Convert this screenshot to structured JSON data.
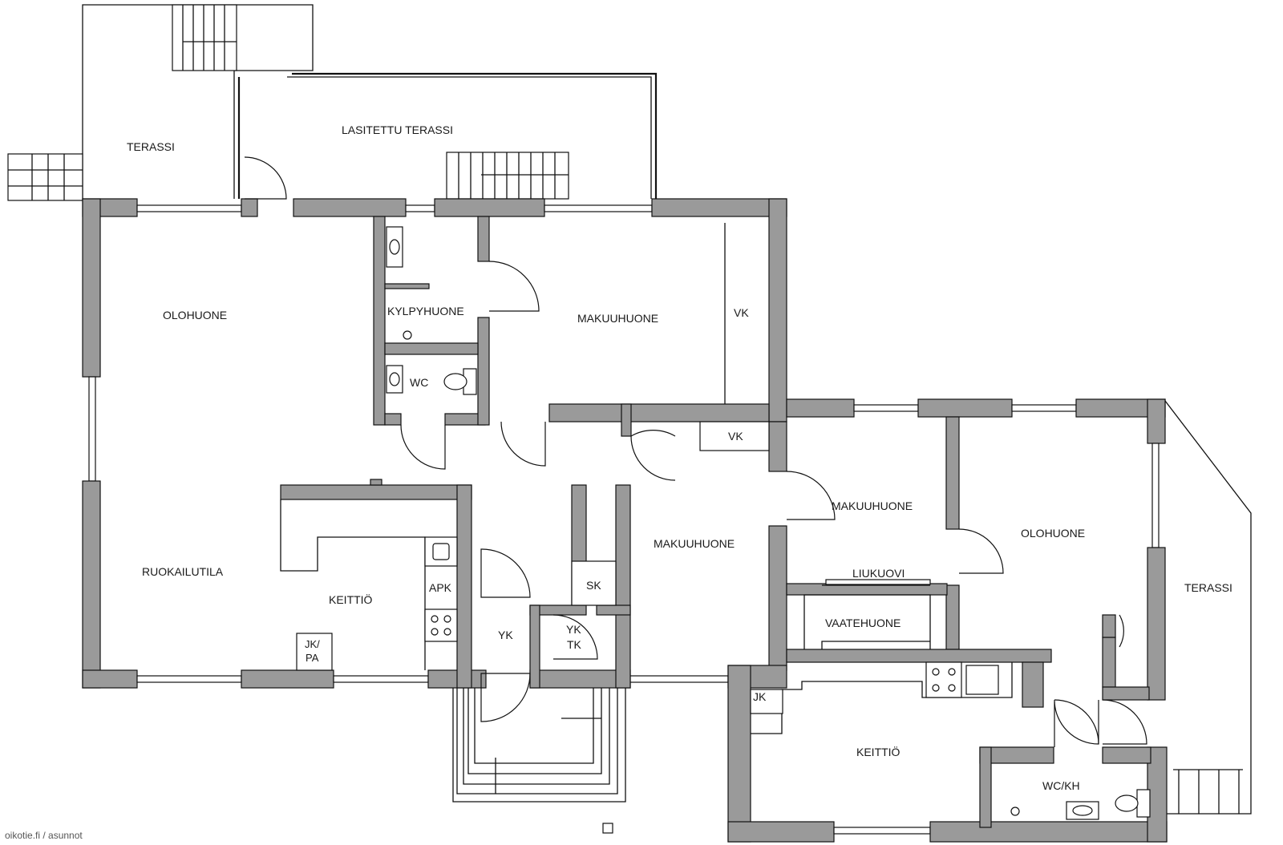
{
  "rooms": {
    "terassi_nw": "TERASSI",
    "lasitettu_terassi": "LASITETTU TERASSI",
    "olohuone_w": "OLOHUONE",
    "kylpyhuone": "KYLPYHUONE",
    "wc": "WC",
    "makuuhuone_n": "MAKUUHUONE",
    "vk_n": "VK",
    "ruokailutila": "RUOKAILUTILA",
    "keittio_w": "KEITTIÖ",
    "apk": "APK",
    "jk_pa_line1": "JK/",
    "jk_pa_line2": "PA",
    "yk_w": "YK",
    "yk_tk_line1": "YK",
    "yk_tk_line2": "TK",
    "sk": "SK",
    "vk_center": "VK",
    "makuuhuone_center": "MAKUUHUONE",
    "makuuhuone_e": "MAKUUHUONE",
    "liukuovi": "LIUKUOVI",
    "vaatehuone": "VAATEHUONE",
    "olohuone_e": "OLOHUONE",
    "terassi_e": "TERASSI",
    "jk_e": "JK",
    "keittio_e": "KEITTIÖ",
    "wc_kh": "WC/KH"
  },
  "watermark": "oikotie.fi / asunnot",
  "colors": {
    "wall": "#9a9a9a",
    "line": "#111111",
    "background": "#ffffff"
  }
}
